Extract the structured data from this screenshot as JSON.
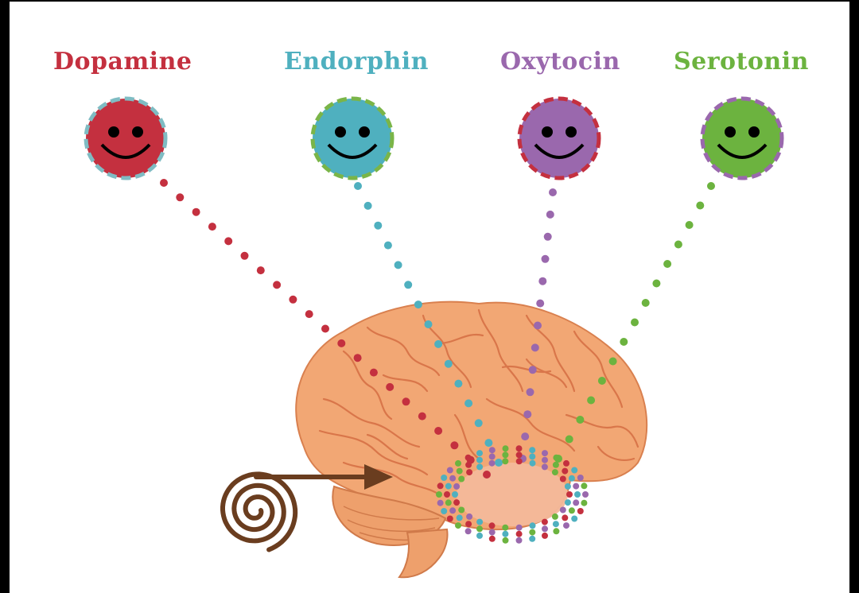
{
  "neurotransmitters": [
    {
      "id": "dopamine",
      "label": "Dopamine",
      "color": "#c4303f",
      "border": "#7fbcc3"
    },
    {
      "id": "endorphin",
      "label": "Endorphin",
      "color": "#4fb0bf",
      "border": "#7ab548"
    },
    {
      "id": "oxytocin",
      "label": "Oxytocin",
      "color": "#9a68ad",
      "border": "#c4303f"
    },
    {
      "id": "serotonin",
      "label": "Serotonin",
      "color": "#6cb33f",
      "border": "#9a68ad"
    }
  ],
  "icons": {
    "face": "smiley-face-icon",
    "brain": "brain-illustration",
    "spiral": "spiral-arrow-icon"
  },
  "colors": {
    "brain": "#f2a774",
    "brain_fold": "#d9764a",
    "region": "#f3b89a",
    "spiral": "#6a3d1f",
    "background": "#ffffff",
    "frame": "#000000"
  }
}
